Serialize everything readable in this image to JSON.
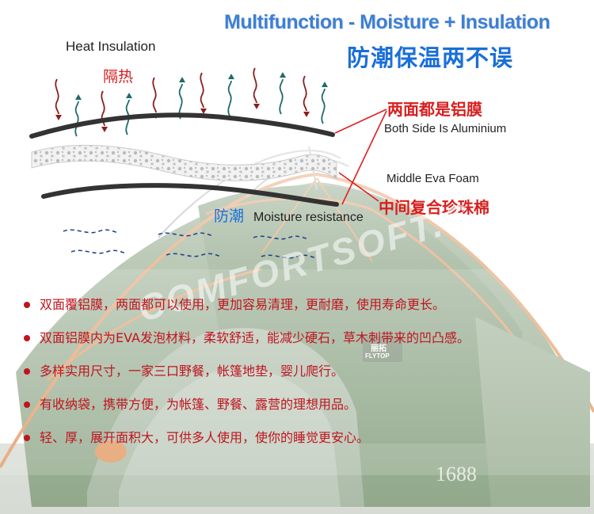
{
  "title": {
    "en": "Multifunction - Moisture + Insulation",
    "cn": "防潮保温两不误"
  },
  "labels": {
    "heat_en": "Heat Insulation",
    "heat_cn": "隔热",
    "aluminium_cn": "两面都是铝膜",
    "aluminium_en": "Both Side Is Aluminium",
    "eva_en": "Middle Eva Foam",
    "eva_cn": "中间复合珍珠棉",
    "moisture_cn": "防潮",
    "moisture_en": "Moisture resistance"
  },
  "features": [
    "双面覆铝膜，两面都可以使用，更加容易清理，更耐磨，使用寿命更长。",
    "双面铝膜内为EVA发泡材料，柔软舒适，能减少硬石，草木刺带来的凹凸感。",
    "多样实用尺寸，一家三口野餐，帐篷地垫，婴儿爬行。",
    "有收纳袋，携带方便，为帐篷、野餐、露营的理想用品。",
    "轻、厚，展开面积大，可供多人使用，使你的睡觉更安心。"
  ],
  "watermark": "COMFORTSOFT.C",
  "corner_mark": "1688",
  "brand": {
    "cn": "丽拓",
    "en": "FLYTOP"
  },
  "colors": {
    "title_blue": "#3f7fd0",
    "cn_red": "#d81e1e",
    "feature_red": "#c0141e",
    "tent_green": "#5c7d55",
    "tent_orange": "#d9742a",
    "label_blue": "#1a6fd8"
  }
}
